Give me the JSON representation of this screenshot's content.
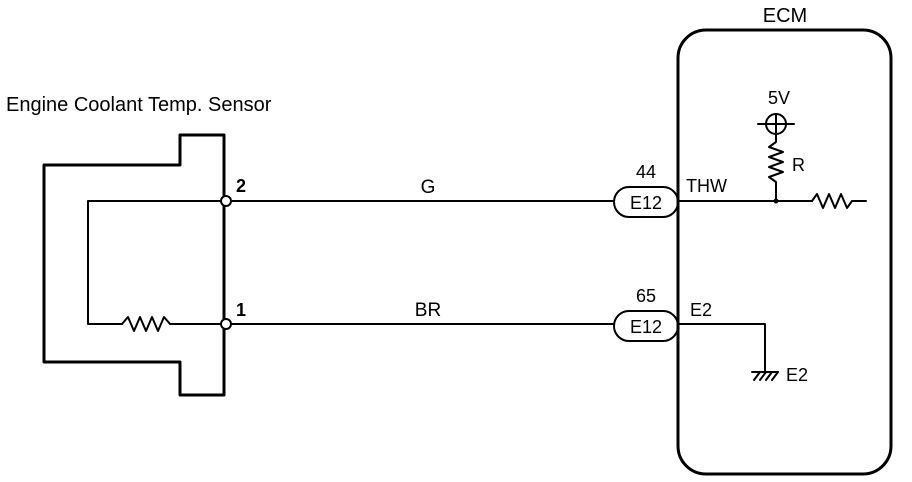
{
  "colors": {
    "line": "#000000",
    "background": "#ffffff"
  },
  "sensor": {
    "title": "Engine Coolant Temp. Sensor"
  },
  "ecm": {
    "title": "ECM"
  },
  "pins": {
    "sensor_top": "2",
    "sensor_bottom": "1"
  },
  "wires": {
    "top_color": "G",
    "bottom_color": "BR"
  },
  "connectors": {
    "top": {
      "pin": "44",
      "id": "E12"
    },
    "bottom": {
      "pin": "65",
      "id": "E12"
    }
  },
  "ecm_terminals": {
    "thw": "THW",
    "e2": "E2"
  },
  "internal": {
    "supply": "5V",
    "resistor": "R",
    "ground": "E2"
  }
}
